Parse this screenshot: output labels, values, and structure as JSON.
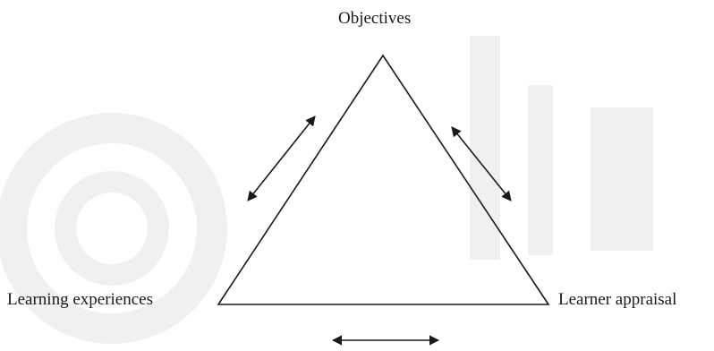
{
  "diagram": {
    "nodes": {
      "top": {
        "label": "Objectives"
      },
      "left": {
        "label": "Learning experiences"
      },
      "right": {
        "label": "Learner appraisal"
      }
    },
    "edges": [
      {
        "from": "top",
        "to": "left",
        "arrow": "bidirectional"
      },
      {
        "from": "top",
        "to": "right",
        "arrow": "bidirectional"
      },
      {
        "from": "left",
        "to": "right",
        "arrow": "bidirectional"
      }
    ],
    "watermark": {
      "visible": true,
      "color": "#f0f0f0"
    },
    "colors": {
      "stroke": "#1a1a1a",
      "background": "#ffffff"
    }
  }
}
